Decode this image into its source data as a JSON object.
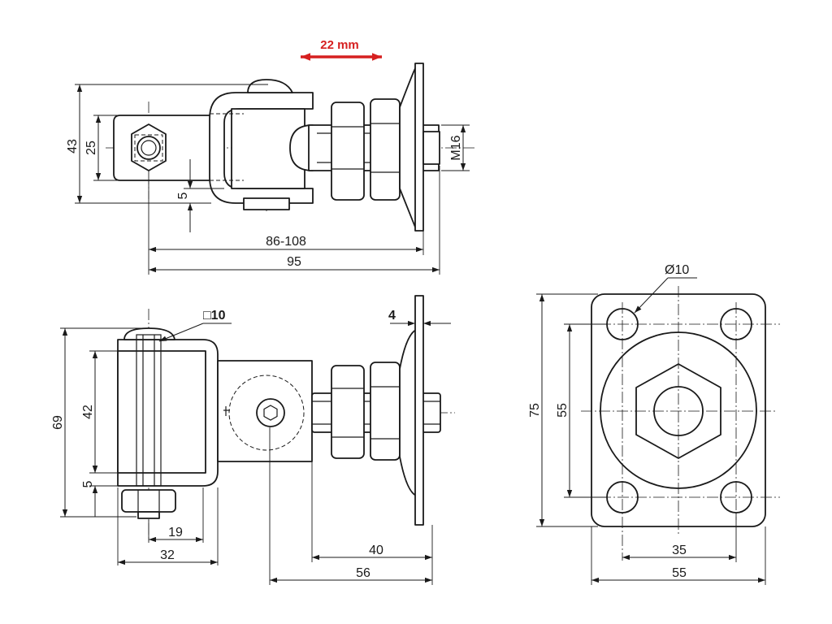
{
  "adjustment_label": "22 mm",
  "colors": {
    "line": "#1a1a1a",
    "accent": "#d62020",
    "background": "#ffffff"
  },
  "top_view": {
    "height_outer": "43",
    "height_inner": "25",
    "gap": "5",
    "thread": "M16",
    "length_range": "86-108",
    "length_total": "95"
  },
  "front_view": {
    "square_bolt": "□10",
    "plate_thickness": "4",
    "height_outer": "69",
    "height_inner": "42",
    "gap": "5",
    "width_19": "19",
    "width_32": "32",
    "width_40": "40",
    "width_56": "56"
  },
  "plate_view": {
    "hole_diameter": "Ø10",
    "height": "75",
    "hole_spacing_v": "55",
    "hole_spacing_h": "35",
    "width": "55"
  }
}
